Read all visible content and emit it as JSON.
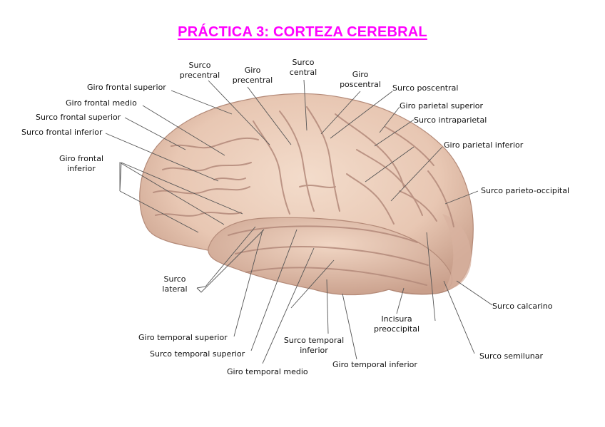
{
  "title": "PRÁCTICA 3: CORTEZA CEREBRAL",
  "colors": {
    "title": "#ff00ff",
    "brain_fill": "#e9cbb8",
    "brain_shadow": "#c49f8c",
    "gyrus_line": "#b3897a",
    "leader_line": "#555555"
  },
  "labels": {
    "surco_precentral": "Surco\nprecentral",
    "giro_precentral": "Giro\nprecentral",
    "surco_central": "Surco\ncentral",
    "giro_poscentral": "Giro\nposcentral",
    "surco_poscentral": "Surco poscentral",
    "giro_frontal_superior": "Giro frontal superior",
    "giro_frontal_medio": "Giro frontal medio",
    "surco_frontal_superior": "Surco frontal superior",
    "surco_frontal_inferior": "Surco frontal inferior",
    "giro_frontal_inferior": "Giro frontal\ninferior",
    "giro_parietal_superior": "Giro parietal superior",
    "surco_intraparietal": "Surco intraparietal",
    "giro_parietal_inferior": "Giro parietal inferior",
    "surco_parieto_occipital": "Surco parieto-occipital",
    "surco_lateral": "Surco\nlateral",
    "surco_calcarino": "Surco calcarino",
    "incisura_preoccipital": "Incisura\npreoccipital",
    "surco_semilunar": "Surco semilunar",
    "giro_temporal_superior": "Giro temporal superior",
    "surco_temporal_superior": "Surco temporal superior",
    "giro_temporal_medio": "Giro temporal medio",
    "surco_temporal_inferior": "Surco temporal\ninferior",
    "giro_temporal_inferior": "Giro temporal inferior"
  }
}
